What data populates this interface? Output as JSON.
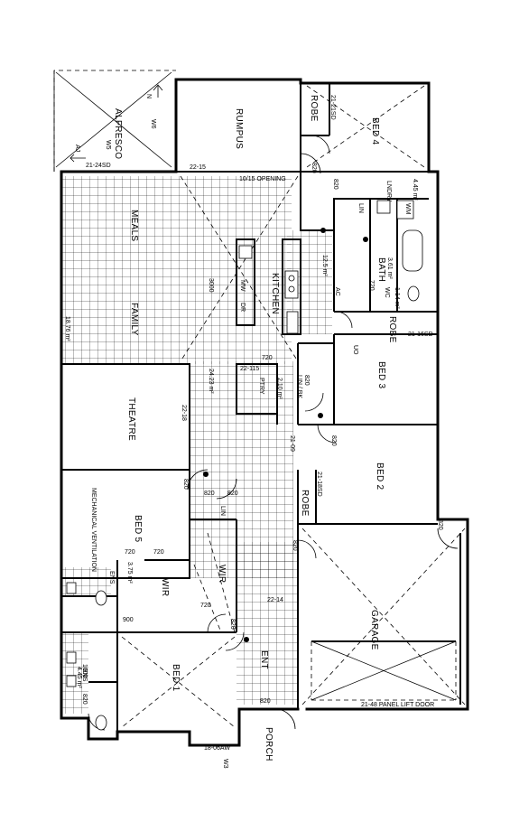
{
  "rooms": {
    "alfresco": "ALFRESCO",
    "rumpus": "RUMPUS",
    "robe_top": "ROBE",
    "bed4": "BED 4",
    "meals": "MEALS",
    "family": "FAMILY",
    "kitchen": "KITCHEN",
    "theatre": "THEATRE",
    "bed5": "BED 5",
    "bed3": "BED 3",
    "bed2": "BED 2",
    "robe_mid": "ROBE",
    "robe_low": "ROBE",
    "garage": "GARAGE",
    "bed1": "BED 1",
    "ent": "ENT",
    "porch": "PORCH",
    "wir": "WIR",
    "wir2": "WIR",
    "ens": "ENS",
    "ens2": "ENS",
    "bath": "BATH",
    "lin": "LIN",
    "lin2": "LIN",
    "lin_bk": "LIN / BK",
    "ptry": "PTRY",
    "lndry": "LNDRY",
    "wc": "WC",
    "wm": "WM",
    "dr": "DR",
    "mw": "MW",
    "mech_vent": "MECHANICAL VENTILATION",
    "ac": "AC"
  },
  "areas": {
    "kitchen_area": "12.5 m²",
    "ptry_area": "2.10 m²",
    "theatre_area": "24.23 m²",
    "bath_area": "3.61 m²",
    "wc_area": "1.14 m²",
    "lndry_area": "4.45 m²",
    "family_area": "18.76 m²",
    "ens_area": "3.75 m²",
    "ens2_area": "4.45 m²"
  },
  "dims": {
    "d820": "820",
    "d720": "720",
    "d3000": "3000",
    "d900": "900",
    "d1000": "1000",
    "d21_24sd": "21-24SD",
    "d21_21sd": "21-21SD",
    "d22_15": "22-15",
    "d10_15": "10/15 OPENING",
    "d21_18sd": "21-18SD",
    "d21_16sd": "21-16SD",
    "d22_18": "22-18",
    "d22_14": "22-14",
    "d21_48": "21-48 PANEL LIFT DOOR",
    "d18_06": "18-06AW",
    "d22_115": "22-115",
    "w5": "W5",
    "w6": "W6",
    "w3": "W3",
    "aj": "AJ",
    "n": "N",
    "uo": "UO",
    "d21_09": "21-09"
  }
}
